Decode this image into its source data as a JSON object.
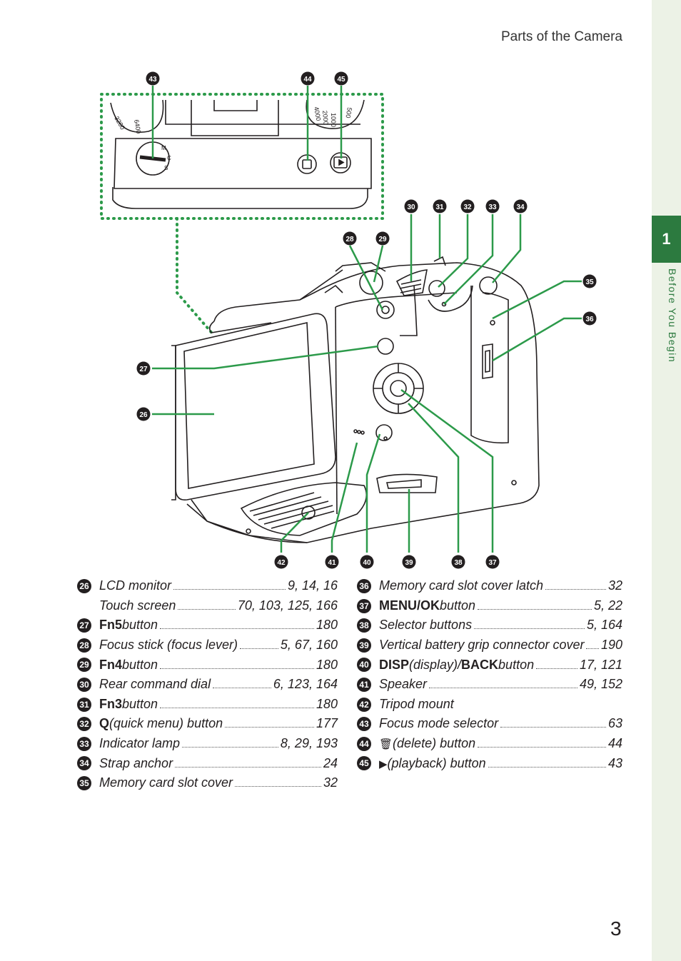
{
  "header": {
    "running_head": "Parts of the Camera"
  },
  "chapter": {
    "number": "1",
    "title": "Before You Begin"
  },
  "page_number": "3",
  "callouts": {
    "n26": "26",
    "n27": "27",
    "n28": "28",
    "n29": "29",
    "n30": "30",
    "n31": "31",
    "n32": "32",
    "n33": "33",
    "n34": "34",
    "n35": "35",
    "n36": "36",
    "n37": "37",
    "n38": "38",
    "n39": "39",
    "n40": "40",
    "n41": "41",
    "n42": "42",
    "n43": "43",
    "n44": "44",
    "n45": "45"
  },
  "dial_marks": {
    "iso_values": [
      "3200",
      "6400"
    ],
    "shutter_values": [
      "4000",
      "2000",
      "1000",
      "500"
    ],
    "focus_letters": [
      "M",
      "C",
      "S"
    ]
  },
  "legend": {
    "left": [
      {
        "num": "26",
        "label": "LCD monitor",
        "pages": "9, 14, 16"
      },
      {
        "num": "",
        "label": "Touch screen",
        "pages": "70, 103, 125, 166"
      },
      {
        "num": "27",
        "key": "Fn5",
        "label": " button",
        "pages": "180"
      },
      {
        "num": "28",
        "label": "Focus stick (focus lever)",
        "pages": "5, 67, 160"
      },
      {
        "num": "29",
        "key": "Fn4",
        "label": " button",
        "pages": "180"
      },
      {
        "num": "30",
        "label": "Rear command dial",
        "pages": "6, 123, 164"
      },
      {
        "num": "31",
        "key": "Fn3",
        "label": " button",
        "pages": "180"
      },
      {
        "num": "32",
        "key": "Q",
        "label": " (quick menu) button",
        "pages": "177"
      },
      {
        "num": "33",
        "label": "Indicator lamp",
        "pages": "8, 29, 193"
      },
      {
        "num": "34",
        "label": "Strap anchor",
        "pages": "24"
      },
      {
        "num": "35",
        "label": "Memory card slot cover",
        "pages": "32"
      }
    ],
    "right": [
      {
        "num": "36",
        "label": "Memory card slot cover latch",
        "pages": "32"
      },
      {
        "num": "37",
        "key": "MENU/OK",
        "label": " button",
        "pages": "5, 22"
      },
      {
        "num": "38",
        "label": "Selector buttons",
        "pages": "5, 164"
      },
      {
        "num": "39",
        "label": "Vertical battery grip connector cover",
        "pages": "190"
      },
      {
        "num": "40",
        "key": "DISP",
        "label": " (display)/",
        "key2": "BACK",
        "label2": " button",
        "pages": "17, 121"
      },
      {
        "num": "41",
        "label": "Speaker",
        "pages": "49, 152"
      },
      {
        "num": "42",
        "label": "Tripod mount",
        "pages": ""
      },
      {
        "num": "43",
        "label": "Focus mode selector",
        "pages": "63"
      },
      {
        "num": "44",
        "glyph": "🗑",
        "label": " (delete) button",
        "pages": "44"
      },
      {
        "num": "45",
        "glyph": "▶",
        "label": " (playback) button",
        "pages": "43"
      }
    ]
  }
}
